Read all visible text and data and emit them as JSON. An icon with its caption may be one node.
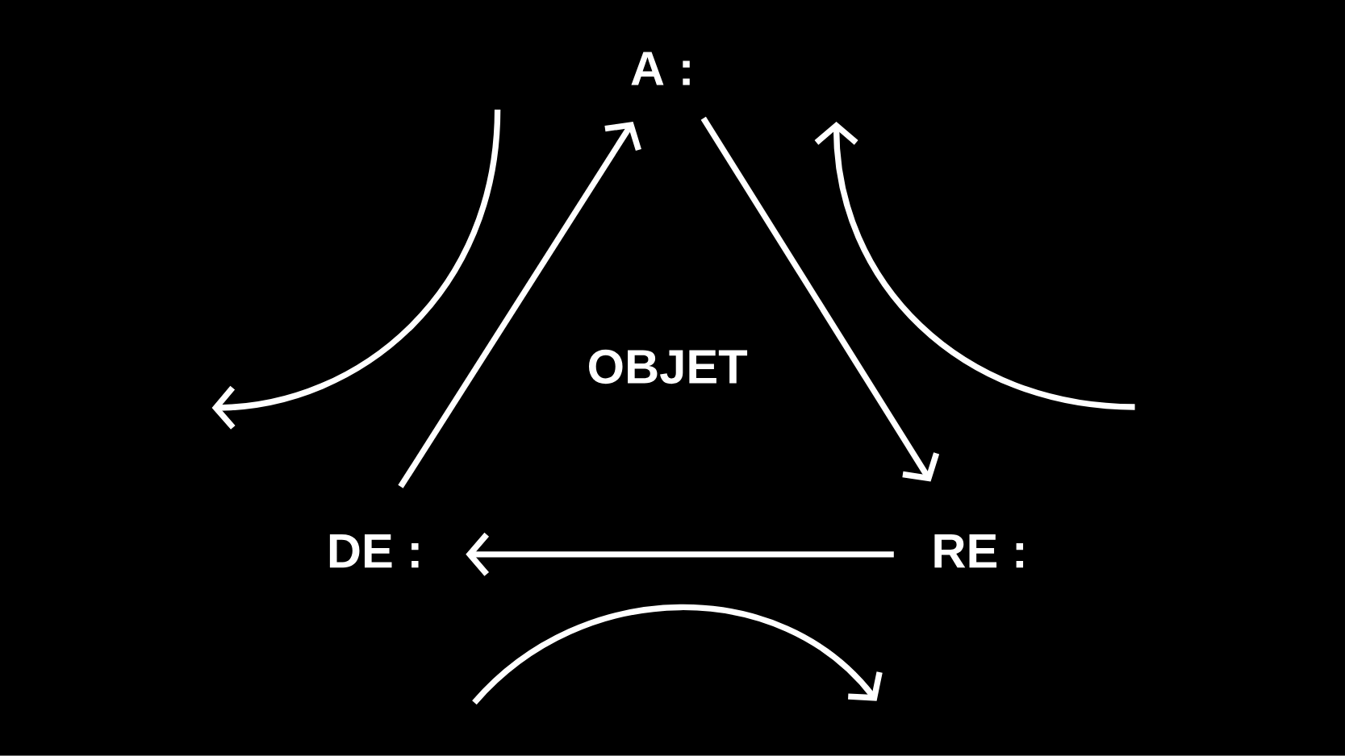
{
  "diagram": {
    "nodes": [
      {
        "text": [
          "A :"
        ]
      },
      {
        "text": [
          "DE :"
        ]
      },
      {
        "text": [
          "RE :"
        ]
      },
      {
        "text": [
          "OBJET"
        ]
      }
    ],
    "edges": [
      {
        "from": 1,
        "to": 0,
        "arrow": "to"
      },
      {
        "from": 0,
        "to": 2,
        "arrow": "to"
      },
      {
        "from": 2,
        "to": 1,
        "arrow": "to"
      }
    ]
  }
}
